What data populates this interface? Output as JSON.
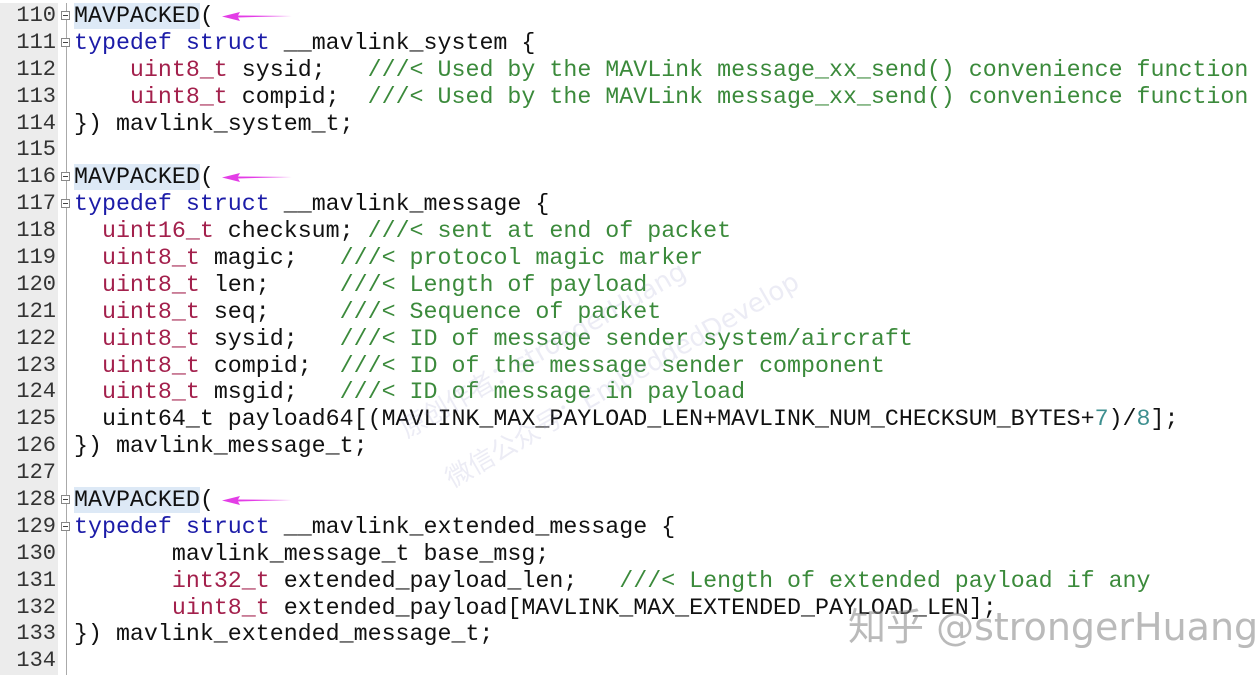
{
  "colors": {
    "keyword": "#1c1ca8",
    "type": "#a3204c",
    "comment": "#3b8a3b",
    "number": "#3d8f8f",
    "highlight": "#dde9f6",
    "arrow": "#e33de6"
  },
  "lines": [
    {
      "num": "110",
      "fold": true,
      "arrow": true,
      "tokens": [
        {
          "c": "m",
          "t": "MAVPACKED"
        },
        {
          "c": "p",
          "t": "("
        }
      ]
    },
    {
      "num": "111",
      "fold": true,
      "tokens": [
        {
          "c": "k",
          "t": "typedef"
        },
        {
          "c": "p",
          "t": " "
        },
        {
          "c": "k",
          "t": "struct"
        },
        {
          "c": "p",
          "t": " __mavlink_system {"
        }
      ]
    },
    {
      "num": "112",
      "tokens": [
        {
          "c": "p",
          "t": "    "
        },
        {
          "c": "ty",
          "t": "uint8_t"
        },
        {
          "c": "p",
          "t": " sysid;   "
        },
        {
          "c": "c",
          "t": "///< Used by the MAVLink message_xx_send() convenience function"
        }
      ]
    },
    {
      "num": "113",
      "tokens": [
        {
          "c": "p",
          "t": "    "
        },
        {
          "c": "ty",
          "t": "uint8_t"
        },
        {
          "c": "p",
          "t": " compid;  "
        },
        {
          "c": "c",
          "t": "///< Used by the MAVLink message_xx_send() convenience function"
        }
      ]
    },
    {
      "num": "114",
      "tokens": [
        {
          "c": "p",
          "t": "}) mavlink_system_t;"
        }
      ]
    },
    {
      "num": "115",
      "tokens": []
    },
    {
      "num": "116",
      "fold": true,
      "arrow": true,
      "tokens": [
        {
          "c": "m",
          "t": "MAVPACKED"
        },
        {
          "c": "p",
          "t": "("
        }
      ]
    },
    {
      "num": "117",
      "fold": true,
      "tokens": [
        {
          "c": "k",
          "t": "typedef"
        },
        {
          "c": "p",
          "t": " "
        },
        {
          "c": "k",
          "t": "struct"
        },
        {
          "c": "p",
          "t": " __mavlink_message {"
        }
      ]
    },
    {
      "num": "118",
      "tokens": [
        {
          "c": "p",
          "t": "  "
        },
        {
          "c": "ty",
          "t": "uint16_t"
        },
        {
          "c": "p",
          "t": " checksum; "
        },
        {
          "c": "c",
          "t": "///< sent at end of packet"
        }
      ]
    },
    {
      "num": "119",
      "tokens": [
        {
          "c": "p",
          "t": "  "
        },
        {
          "c": "ty",
          "t": "uint8_t"
        },
        {
          "c": "p",
          "t": " magic;   "
        },
        {
          "c": "c",
          "t": "///< protocol magic marker"
        }
      ]
    },
    {
      "num": "120",
      "tokens": [
        {
          "c": "p",
          "t": "  "
        },
        {
          "c": "ty",
          "t": "uint8_t"
        },
        {
          "c": "p",
          "t": " len;     "
        },
        {
          "c": "c",
          "t": "///< Length of payload"
        }
      ]
    },
    {
      "num": "121",
      "tokens": [
        {
          "c": "p",
          "t": "  "
        },
        {
          "c": "ty",
          "t": "uint8_t"
        },
        {
          "c": "p",
          "t": " seq;     "
        },
        {
          "c": "c",
          "t": "///< Sequence of packet"
        }
      ]
    },
    {
      "num": "122",
      "tokens": [
        {
          "c": "p",
          "t": "  "
        },
        {
          "c": "ty",
          "t": "uint8_t"
        },
        {
          "c": "p",
          "t": " sysid;   "
        },
        {
          "c": "c",
          "t": "///< ID of message sender system/aircraft"
        }
      ]
    },
    {
      "num": "123",
      "tokens": [
        {
          "c": "p",
          "t": "  "
        },
        {
          "c": "ty",
          "t": "uint8_t"
        },
        {
          "c": "p",
          "t": " compid;  "
        },
        {
          "c": "c",
          "t": "///< ID of the message sender component"
        }
      ]
    },
    {
      "num": "124",
      "tokens": [
        {
          "c": "p",
          "t": "  "
        },
        {
          "c": "ty",
          "t": "uint8_t"
        },
        {
          "c": "p",
          "t": " msgid;   "
        },
        {
          "c": "c",
          "t": "///< ID of message in payload"
        }
      ]
    },
    {
      "num": "125",
      "tokens": [
        {
          "c": "p",
          "t": "  uint64_t payload64[(MAVLINK_MAX_PAYLOAD_LEN+MAVLINK_NUM_CHECKSUM_BYTES+"
        },
        {
          "c": "n",
          "t": "7"
        },
        {
          "c": "p",
          "t": ")/"
        },
        {
          "c": "n",
          "t": "8"
        },
        {
          "c": "p",
          "t": "];"
        }
      ]
    },
    {
      "num": "126",
      "tokens": [
        {
          "c": "p",
          "t": "}) mavlink_message_t;"
        }
      ]
    },
    {
      "num": "127",
      "tokens": []
    },
    {
      "num": "128",
      "fold": true,
      "arrow": true,
      "tokens": [
        {
          "c": "m",
          "t": "MAVPACKED"
        },
        {
          "c": "p",
          "t": "("
        }
      ]
    },
    {
      "num": "129",
      "fold": true,
      "tokens": [
        {
          "c": "k",
          "t": "typedef"
        },
        {
          "c": "p",
          "t": " "
        },
        {
          "c": "k",
          "t": "struct"
        },
        {
          "c": "p",
          "t": " __mavlink_extended_message {"
        }
      ]
    },
    {
      "num": "130",
      "tokens": [
        {
          "c": "p",
          "t": "       mavlink_message_t base_msg;"
        }
      ]
    },
    {
      "num": "131",
      "tokens": [
        {
          "c": "p",
          "t": "       "
        },
        {
          "c": "ty",
          "t": "int32_t"
        },
        {
          "c": "p",
          "t": " extended_payload_len;   "
        },
        {
          "c": "c",
          "t": "///< Length of extended payload if any"
        }
      ]
    },
    {
      "num": "132",
      "tokens": [
        {
          "c": "p",
          "t": "       "
        },
        {
          "c": "ty",
          "t": "uint8_t"
        },
        {
          "c": "p",
          "t": " extended_payload[MAVLINK_MAX_EXTENDED_PAYLOAD_LEN];"
        }
      ]
    },
    {
      "num": "133",
      "tokens": [
        {
          "c": "p",
          "t": "}) mavlink_extended_message_t;"
        }
      ]
    },
    {
      "num": "134",
      "tokens": []
    }
  ],
  "watermarks": {
    "author": "原创作者：strongerHuang",
    "wechat": "微信公众号：EmbeddedDevelop",
    "zhihu": "知乎 @strongerHuang"
  }
}
